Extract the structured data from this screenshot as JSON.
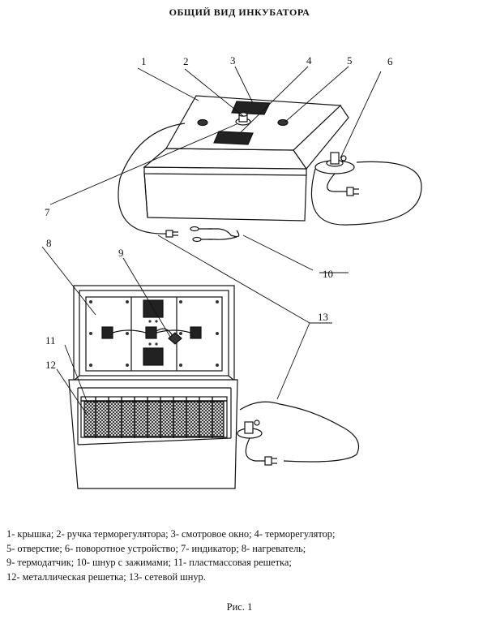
{
  "title": "ОБЩИЙ ВИД ИНКУБАТОРА",
  "callouts": [
    "1",
    "2",
    "3",
    "4",
    "5",
    "6",
    "7",
    "8",
    "9",
    "10",
    "11",
    "12",
    "13"
  ],
  "legend": [
    "1- крышка;  2- ручка терморегулятора;  3- смотровое окно;   4- терморегулятор;",
    "5- отверстие;  6- поворотное устройство;    7- индикатор;   8- нагреватель;",
    "9- термодатчик;      10- шнур с зажимами;     11- пластмассовая решетка;",
    "12- металлическая решетка;  13- сетевой шнур."
  ],
  "caption": "Рис. 1"
}
